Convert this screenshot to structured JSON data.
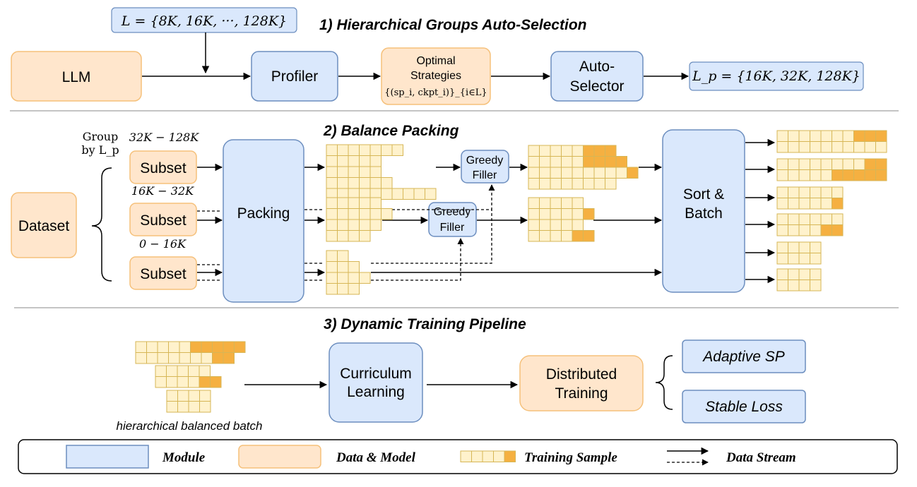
{
  "sections": {
    "s1_title": "1) Hierarchical Groups Auto-Selection",
    "s2_title": "2) Balance Packing",
    "s3_title": "3) Dynamic Training Pipeline"
  },
  "stage1": {
    "lengths_set": "L = {8K, 16K, ···, 128K}",
    "llm": "LLM",
    "profiler": "Profiler",
    "optimal_line1": "Optimal",
    "optimal_line2": "Strategies",
    "optimal_line3": "{(sp_i, ckpt_i)}_{i∈L}",
    "autoselector_line1": "Auto-",
    "autoselector_line2": "Selector",
    "selected_set": "L_p = {16K, 32K, 128K}"
  },
  "stage2": {
    "dataset": "Dataset",
    "group_line1": "Group",
    "group_line2": "by L_p",
    "range_high": "32K − 128K",
    "range_mid": "16K − 32K",
    "range_low": "0 − 16K",
    "subset": "Subset",
    "packing": "Packing",
    "greedy_line1": "Greedy",
    "greedy_line2": "Filler",
    "sort_line1": "Sort &",
    "sort_line2": "Batch"
  },
  "stage3": {
    "batch_caption": "hierarchical balanced batch",
    "curriculum_line1": "Curriculum",
    "curriculum_line2": "Learning",
    "distributed_line1": "Distributed",
    "distributed_line2": "Training",
    "adaptive_sp": "Adaptive SP",
    "stable_loss": "Stable Loss"
  },
  "legend": {
    "module": "Module",
    "data_model": "Data & Model",
    "training_sample": "Training Sample",
    "data_stream": "Data Stream"
  },
  "colors": {
    "module_fill": "#dae8fc",
    "module_stroke": "#6c8ebf",
    "data_fill": "#ffe6cc",
    "data_stroke": "#f5c07a",
    "cell_light": "#fff2cc",
    "cell_dark": "#f5b041",
    "cell_stroke": "#d6b656",
    "divider": "#b0b0b0"
  }
}
